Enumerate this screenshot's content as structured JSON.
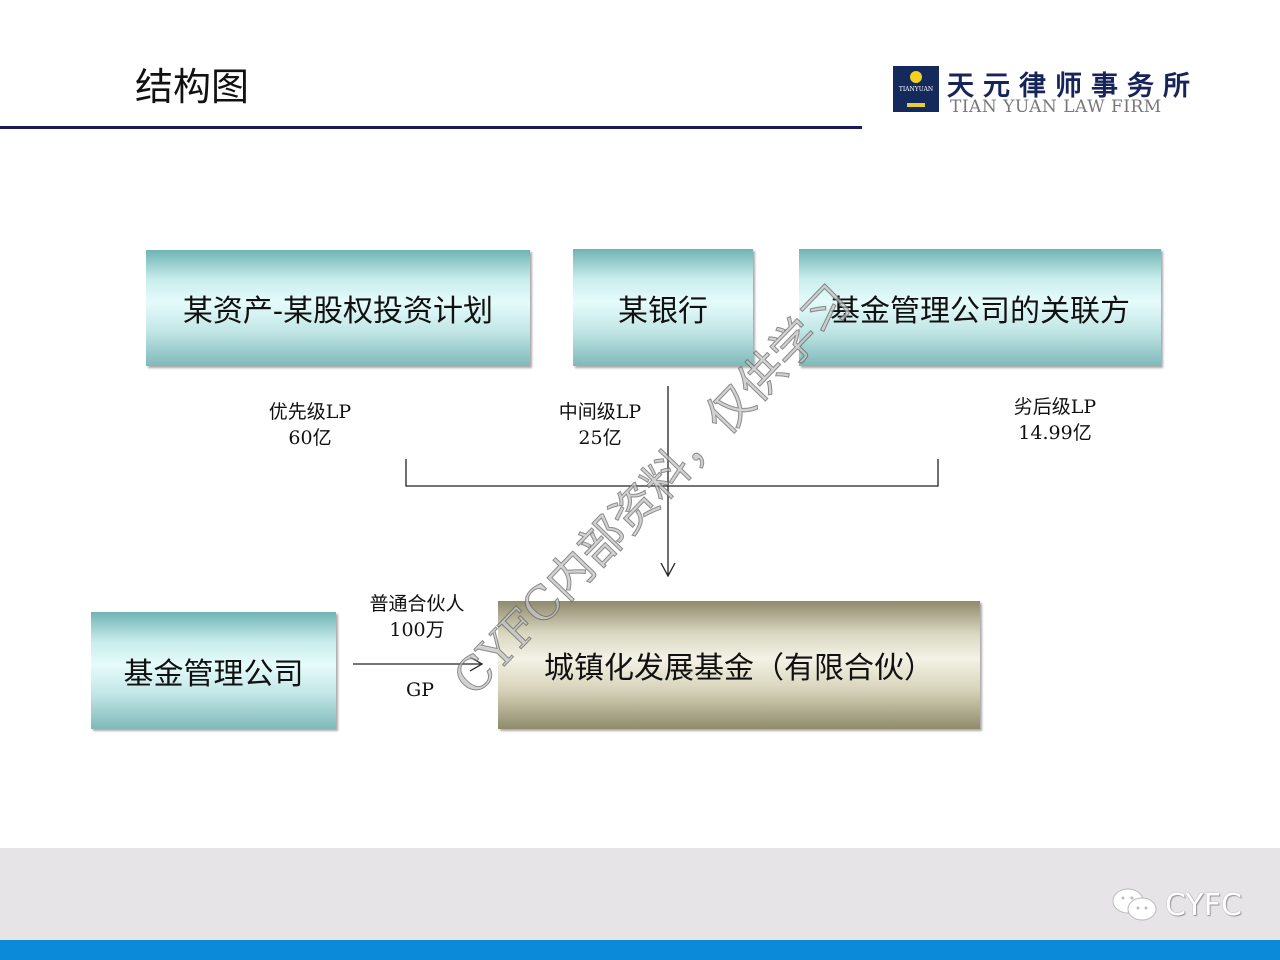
{
  "header": {
    "title": "结构图",
    "logo": {
      "cn": "天元律师事务所",
      "en": "TIAN YUAN LAW FIRM",
      "mark": "TIANYUAN"
    }
  },
  "boxes": {
    "plan": "某资产-某股权投资计划",
    "bank": "某银行",
    "affiliate": "基金管理公司的关联方",
    "manager": "基金管理公司",
    "fund": "城镇化发展基金（有限合伙）"
  },
  "labels": {
    "senior": {
      "tier": "优先级LP",
      "amount": "60亿"
    },
    "mezz": {
      "tier": "中间级LP",
      "amount": "25亿"
    },
    "junior": {
      "tier": "劣后级LP",
      "amount": "14.99亿"
    },
    "gp": {
      "role": "普通合伙人",
      "amount": "100万",
      "code": "GP"
    }
  },
  "watermark": "CYFC内部资料，仅供学习",
  "footer": {
    "brand": "CYFC"
  }
}
